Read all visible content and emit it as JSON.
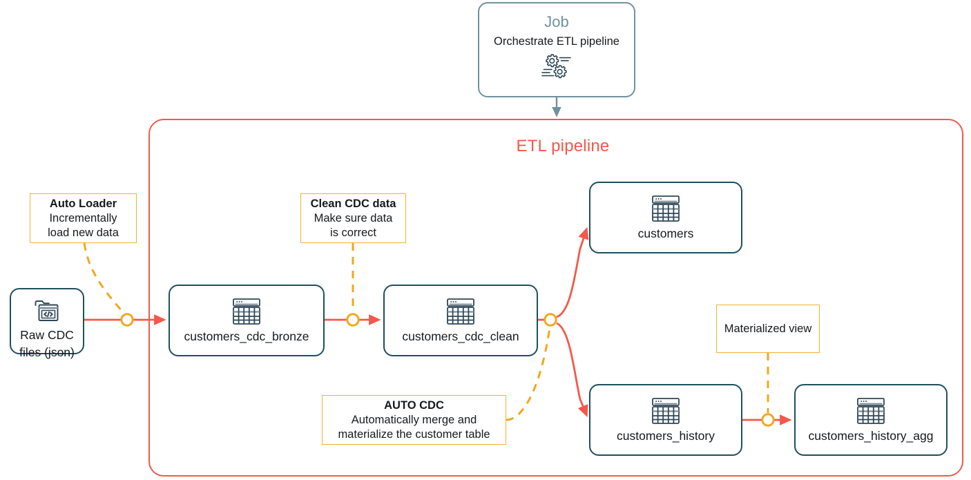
{
  "diagram": {
    "title": "ETL pipeline diagram",
    "colors": {
      "pipeline_border": "#F4584A",
      "pipeline_title": "#F4584A",
      "node_border": "#1F4E5F",
      "job_border": "#6F929E",
      "note_border": "#F2B134",
      "arrow": "#F4584A",
      "junction": "#F2A81D",
      "job_arrow": "#6F929E",
      "text": "#16191C"
    }
  },
  "pipeline": {
    "title": "ETL pipeline"
  },
  "job": {
    "title": "Job",
    "subtitle": "Orchestrate ETL pipeline",
    "icon": "gears-icon"
  },
  "nodes": [
    {
      "id": "raw",
      "label_line1": "Raw CDC",
      "label_line2": "files (json)",
      "icon": "folder-code-icon"
    },
    {
      "id": "bronze",
      "label": "customers_cdc_bronze",
      "icon": "table-icon"
    },
    {
      "id": "clean",
      "label": "customers_cdc_clean",
      "icon": "table-icon"
    },
    {
      "id": "customers",
      "label": "customers",
      "icon": "table-icon"
    },
    {
      "id": "history",
      "label": "customers_history",
      "icon": "table-icon"
    },
    {
      "id": "histagg",
      "label": "customers_history_agg",
      "icon": "table-icon"
    }
  ],
  "notes": [
    {
      "id": "autoloader",
      "heading": "Auto Loader",
      "body_line1": "Incrementally",
      "body_line2": "load new data"
    },
    {
      "id": "cleancdc",
      "heading": "Clean CDC data",
      "body_line1": "Make sure data",
      "body_line2": "is correct"
    },
    {
      "id": "autocdc",
      "heading": "AUTO CDC",
      "body_line1": "Automatically merge and",
      "body_line2": "materialize the customer table"
    },
    {
      "id": "matview",
      "heading": "",
      "body_line1": "Materialized view",
      "body_line2": ""
    }
  ]
}
